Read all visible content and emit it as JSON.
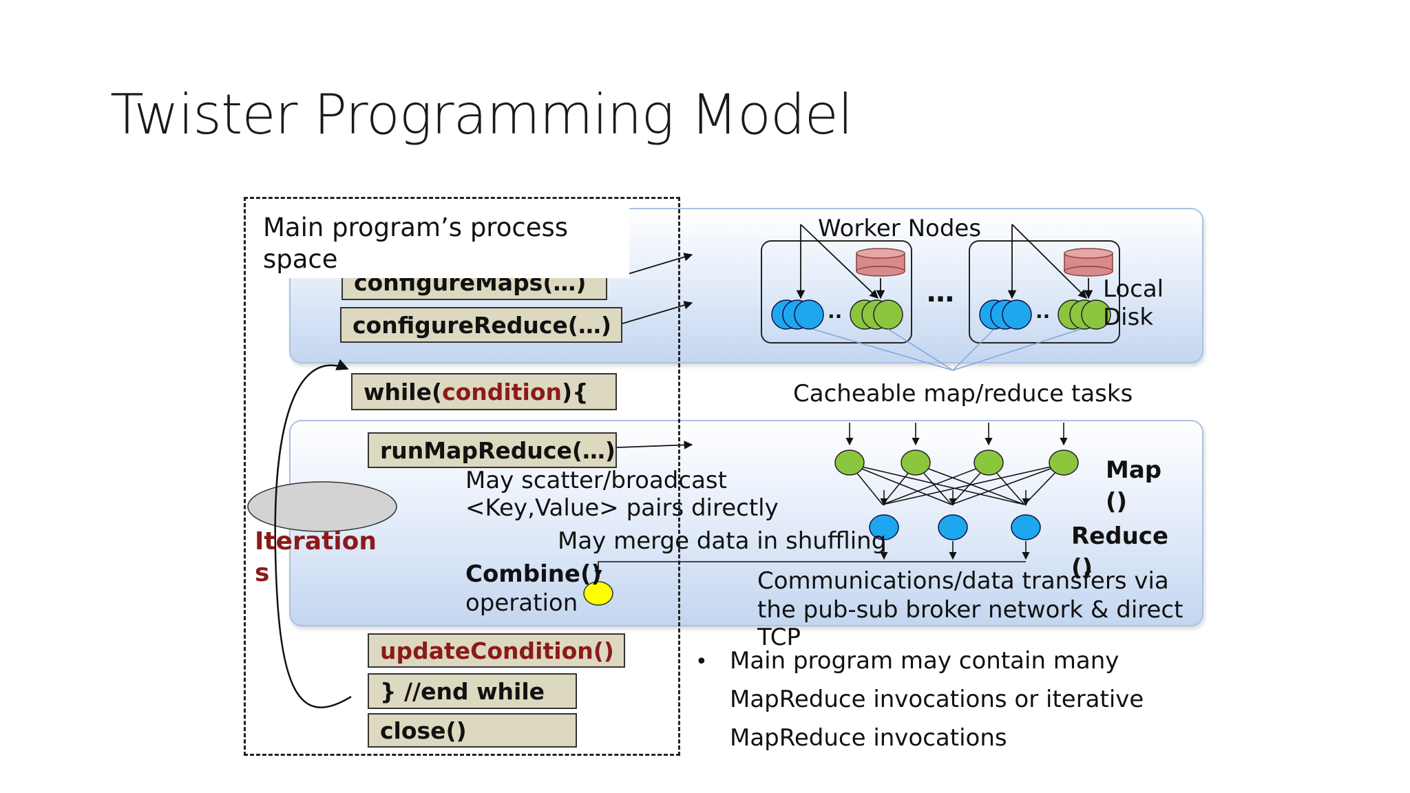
{
  "slide": {
    "title": "Twister Programming Model"
  },
  "main_program": {
    "label": "Main program’s process space",
    "configure_maps": "configureMaps(…)",
    "configure_reduce": "configureReduce(…)",
    "while_prefix": "while(",
    "while_condition": "condition",
    "while_suffix": "){",
    "run_map_reduce": "runMapReduce(…)",
    "update_condition": "updateCondition()",
    "end_while": "} //end while",
    "close": "close()",
    "iterations_label": "Iterations"
  },
  "worker_area": {
    "worker_nodes": "Worker Nodes",
    "local_disk": "Local Disk",
    "ellipsis": "…",
    "small_dots": "..",
    "cacheable": "Cacheable map/reduce tasks"
  },
  "mapreduce_area": {
    "scatter_line1": "May scatter/broadcast",
    "scatter_line2": "<Key,Value> pairs directly",
    "merge": "May merge data in shuffling",
    "combine_label": "Combine()",
    "combine_operation": "operation",
    "map_label": "Map()",
    "reduce_label": "Reduce()",
    "comm_line1": "Communications/data transfers via",
    "comm_line2": "the pub-sub broker network & direct",
    "comm_line3": "TCP"
  },
  "bullets": {
    "marker": "•",
    "line1": "Main program may contain many",
    "line2": "MapReduce invocations or iterative",
    "line3": "MapReduce invocations"
  },
  "colors": {
    "map_task": "#8cc63f",
    "reduce_task": "#1ea7ef",
    "combine_node": "#ffff00",
    "local_disk": "#d98a8a",
    "code_box": "#ddd8c0",
    "keyword_red": "#8b1a1a"
  }
}
